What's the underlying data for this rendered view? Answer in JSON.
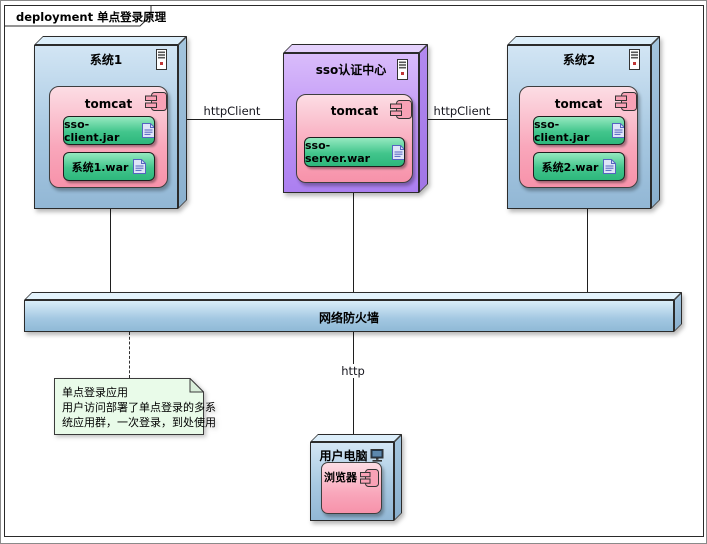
{
  "frame": {
    "title": "deployment 单点登录原理"
  },
  "nodes": {
    "system1": {
      "label": "系统1",
      "tomcat": "tomcat",
      "artifact1": "sso-client.jar",
      "artifact2": "系统1.war"
    },
    "sso": {
      "label": "sso认证中心",
      "tomcat": "tomcat",
      "artifact1": "sso-server.war"
    },
    "system2": {
      "label": "系统2",
      "tomcat": "tomcat",
      "artifact1": "sso-client.jar",
      "artifact2": "系统2.war"
    },
    "firewall": {
      "label": "网络防火墙"
    },
    "computer": {
      "label": "用户电脑",
      "browser": "浏览器"
    }
  },
  "edges": {
    "httpclient_left": "httpClient",
    "httpclient_right": "httpClient",
    "http": "http"
  },
  "note": {
    "line1": "单点登录应用",
    "line2": "用户访问部署了单点登录的多系",
    "line3": "统应用群，一次登录，到处使用"
  },
  "colors": {
    "node_blue": "#a7c8e1",
    "node_purple": "#bd92f4",
    "component_pink": "#f9a7bb",
    "artifact_green": "#42c58c",
    "note_green": "#e9fbe9",
    "line": "#1f1f1f"
  }
}
